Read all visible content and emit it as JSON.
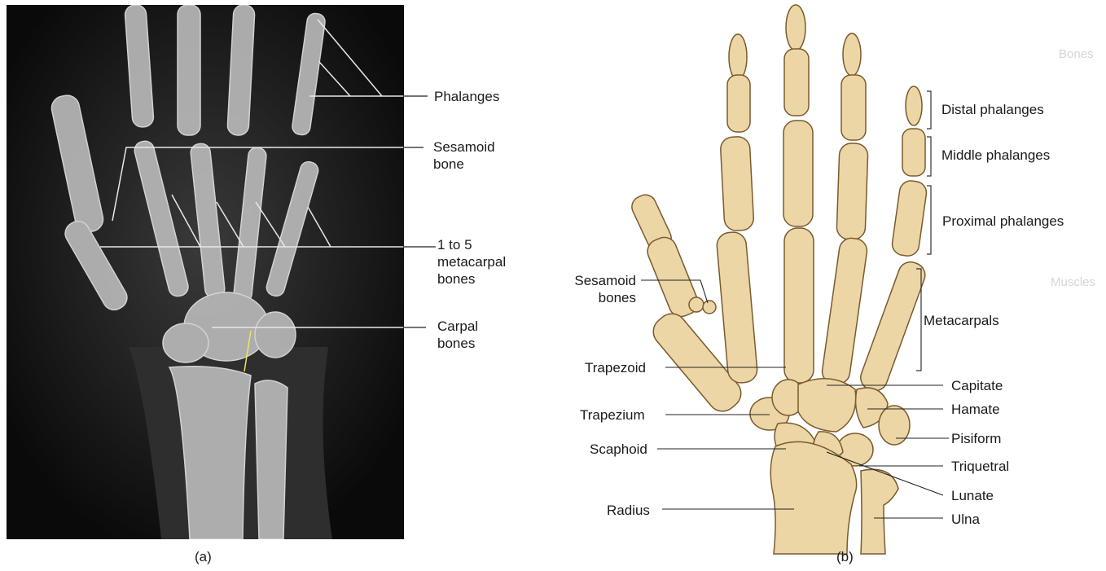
{
  "panel_a": {
    "caption": "(a)",
    "labels": {
      "phalanges": "Phalanges",
      "sesamoid": "Sesamoid\nbone",
      "metacarpal": "1 to 5\nmetacarpal\nbones",
      "carpal": "Carpal\nbones"
    }
  },
  "panel_b": {
    "caption": "(b)",
    "labels": {
      "distal": "Distal phalanges",
      "middle": "Middle phalanges",
      "proximal": "Proximal phalanges",
      "metacarpals": "Metacarpals",
      "sesamoid_bones": "Sesamoid\nbones",
      "trapezoid": "Trapezoid",
      "trapezium": "Trapezium",
      "scaphoid": "Scaphoid",
      "radius": "Radius",
      "capitate": "Capitate",
      "hamate": "Hamate",
      "pisiform": "Pisiform",
      "triquetral": "Triquetral",
      "lunate": "Lunate",
      "ulna": "Ulna"
    }
  },
  "background_text": [
    "Bones",
    "Muscles"
  ],
  "colors": {
    "bone_fill": "#ecd6a6",
    "bone_stroke": "#7a5a2e",
    "xray_bg": "#0b0b0b",
    "xray_bone": "#cfcfcf",
    "leader": "#222222"
  }
}
